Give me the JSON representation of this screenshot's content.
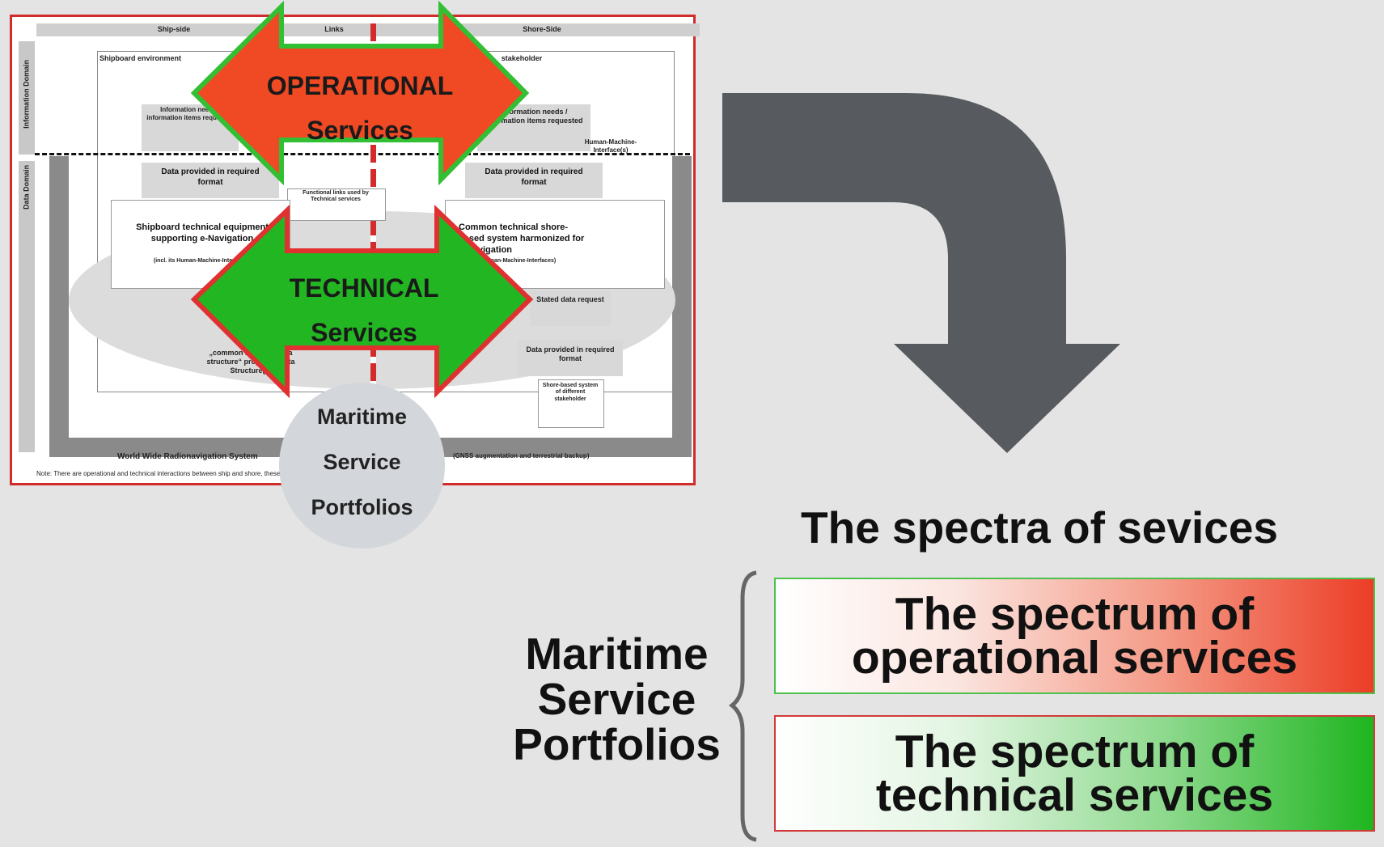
{
  "figure": {
    "header": {
      "ship_side": "Ship-side",
      "links": "Links",
      "shore_side": "Shore-Side"
    },
    "side_labels": {
      "information_domain": "Information Domain",
      "data_domain": "Data Domain"
    },
    "shipboard_environment": "Shipboard environment",
    "stakeholder": "stakeholder",
    "info_requested_left": "Information needs / information items requested",
    "info_requested_right": "Information needs / information items requested",
    "hmi_label": "Human-Machine-Interface(s)",
    "data_provided_left": "Data provided in required format",
    "data_provided_right": "Data provided in required format",
    "functional_links": "Functional links used by Technical services",
    "shipboard_equipment": "Shipboard technical equipment supporting e-Navigation",
    "shipboard_equipment_note": "(incl. its Human-Machine-Interfaces)",
    "common_shore": "Common technical shore-based system harmonized for e-Navigation",
    "common_shore_note": "(incl. its Human-Machine-Interfaces)",
    "stated_data_request": "Stated data request",
    "data_provided_lower": "Data provided in required format",
    "shore_based_system": "Shore-based system of different stakeholder",
    "common_data_structure": "„common maritime data structure“ proposed Data Structure(s)",
    "wwrns": "World Wide Radionavigation System",
    "gnss": "(GNSS augmentation and terrestrial backup)",
    "note": "Note: There are operational and technical interactions between ship and shore, these are not shown for simplicity's sake in this figure."
  },
  "operational_arrow": {
    "line1": "OPERATIONAL",
    "line2": "Services"
  },
  "technical_arrow": {
    "line1": "TECHNICAL",
    "line2": "Services"
  },
  "circle": {
    "line1": "Maritime",
    "line2": "Service",
    "line3": "Portfolios"
  },
  "title": "The spectra of sevices",
  "msp_side": {
    "line1": "Maritime",
    "line2": "Service",
    "line3": "Portfolios"
  },
  "spectrum_operational": {
    "line1": "The spectrum of",
    "line2": "operational services"
  },
  "spectrum_technical": {
    "line1": "The spectrum of",
    "line2": "technical services"
  },
  "colors": {
    "operational": "#ef4a24",
    "technical": "#23b623",
    "big_arrow": "#575a5e",
    "frame_red": "#d12b2b"
  }
}
